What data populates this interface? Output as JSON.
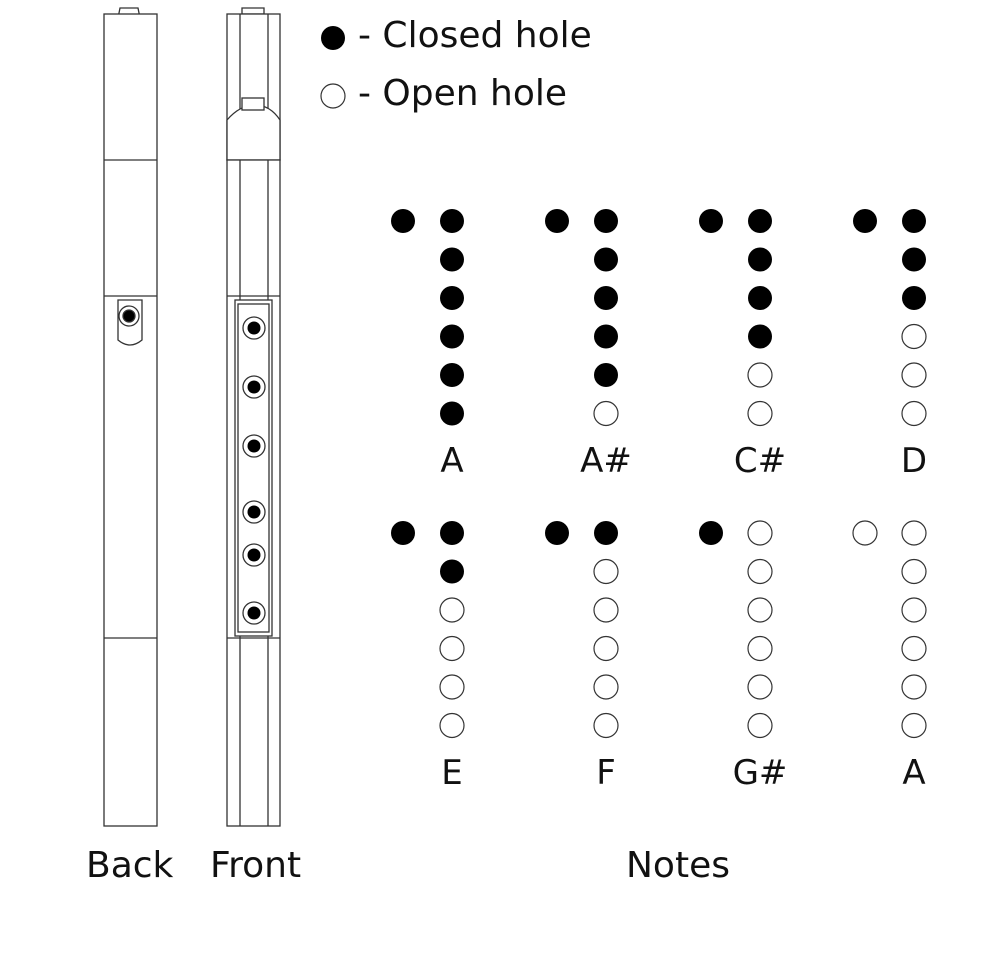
{
  "legend": {
    "closed": {
      "symbol": "closed-hole-icon",
      "text": "- Closed hole"
    },
    "open": {
      "symbol": "open-hole-icon",
      "text": "- Open hole"
    }
  },
  "instrument": {
    "back_label": "Back",
    "front_label": "Front"
  },
  "notes_title": "Notes",
  "fingerings": [
    {
      "note": "A",
      "thumb": "closed",
      "holes": [
        "closed",
        "closed",
        "closed",
        "closed",
        "closed",
        "closed"
      ]
    },
    {
      "note": "A#",
      "thumb": "closed",
      "holes": [
        "closed",
        "closed",
        "closed",
        "closed",
        "closed",
        "open"
      ]
    },
    {
      "note": "C#",
      "thumb": "closed",
      "holes": [
        "closed",
        "closed",
        "closed",
        "closed",
        "open",
        "open"
      ]
    },
    {
      "note": "D",
      "thumb": "closed",
      "holes": [
        "closed",
        "closed",
        "closed",
        "open",
        "open",
        "open"
      ]
    },
    {
      "note": "E",
      "thumb": "closed",
      "holes": [
        "closed",
        "closed",
        "open",
        "open",
        "open",
        "open"
      ]
    },
    {
      "note": "F",
      "thumb": "closed",
      "holes": [
        "closed",
        "open",
        "open",
        "open",
        "open",
        "open"
      ]
    },
    {
      "note": "G#",
      "thumb": "closed",
      "holes": [
        "open",
        "open",
        "open",
        "open",
        "open",
        "open"
      ]
    },
    {
      "note": "A",
      "thumb": "open",
      "holes": [
        "open",
        "open",
        "open",
        "open",
        "open",
        "open"
      ]
    }
  ],
  "colors": {
    "closed": "#000000",
    "open": "#ffffff",
    "stroke": "#333333"
  }
}
